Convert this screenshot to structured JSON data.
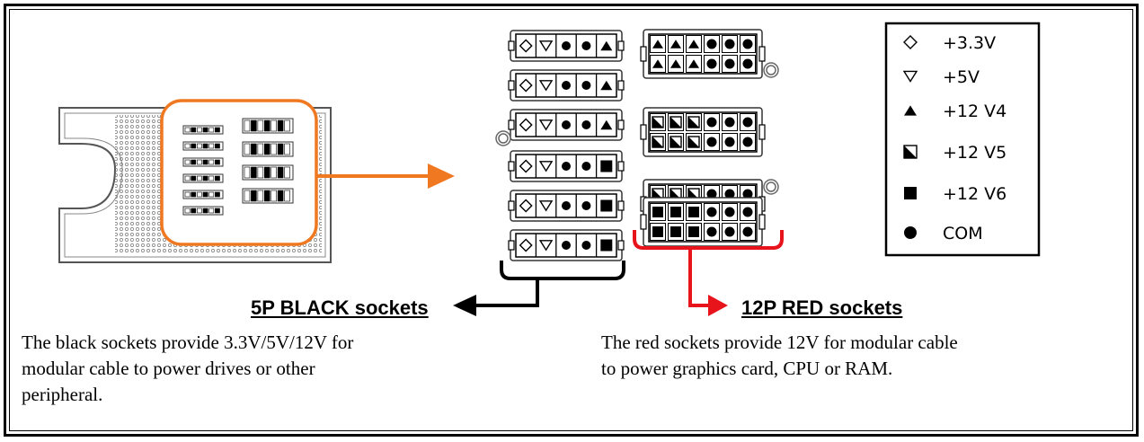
{
  "legend": {
    "items": [
      {
        "symbol": "diamond-outline",
        "label": "+3.3V"
      },
      {
        "symbol": "triangle-down-outline",
        "label": "+5V"
      },
      {
        "symbol": "triangle-up-filled",
        "label": "+12 V4"
      },
      {
        "symbol": "half-square",
        "label": "+12 V5"
      },
      {
        "symbol": "square-filled",
        "label": "+12 V6"
      },
      {
        "symbol": "circle-filled",
        "label": "COM"
      }
    ]
  },
  "black_sockets": {
    "title": "5P BLACK sockets",
    "description_lines": [
      "The black sockets provide 3.3V/5V/12V for",
      "modular cable to power drives or other",
      "peripheral."
    ]
  },
  "red_sockets": {
    "title": "12P RED sockets",
    "description_lines": [
      "The red sockets provide 12V for modular cable",
      "to power graphics card, CPU or RAM."
    ]
  },
  "colors": {
    "highlight": "#f07820",
    "red_bracket": "#e8141c",
    "black": "#000000",
    "panel_fill": "#ffffff",
    "panel_stroke": "#555555"
  }
}
